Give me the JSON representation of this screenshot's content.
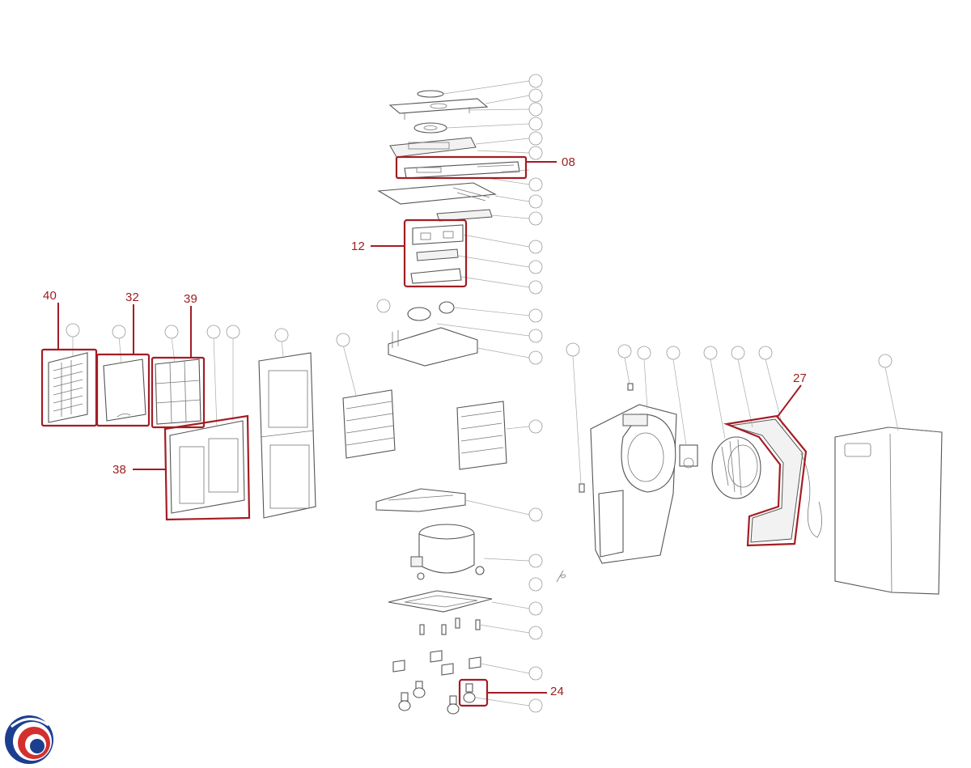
{
  "highlight_color": "#a31d24",
  "logo": {
    "colors": [
      "#1b3f8f",
      "#d32f2f"
    ],
    "icon": "company-logo-icon"
  },
  "callouts": [
    {
      "id": "c08",
      "text": "08"
    },
    {
      "id": "c12",
      "text": "12"
    },
    {
      "id": "c40",
      "text": "40"
    },
    {
      "id": "c32",
      "text": "32"
    },
    {
      "id": "c39",
      "text": "39"
    },
    {
      "id": "c38",
      "text": "38"
    },
    {
      "id": "c27",
      "text": "27"
    },
    {
      "id": "c24",
      "text": "24"
    }
  ]
}
